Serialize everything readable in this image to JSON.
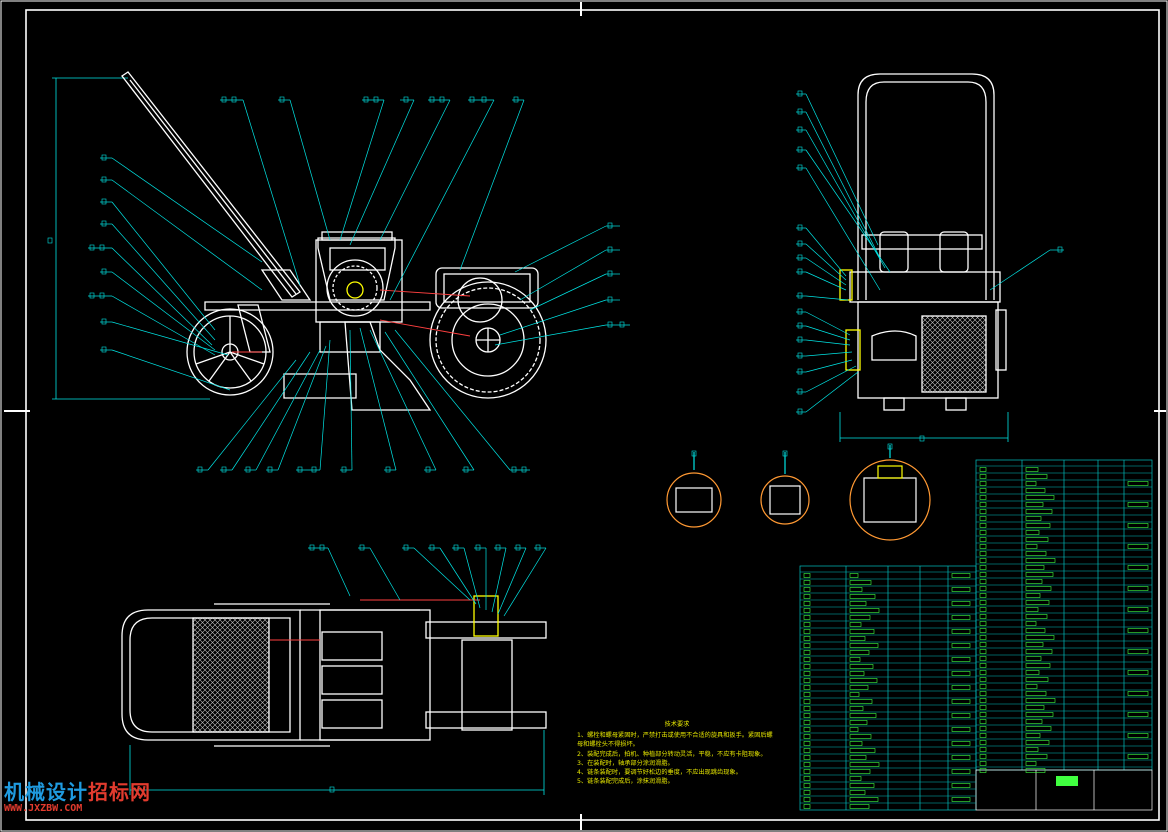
{
  "drawing": {
    "colors": {
      "background": "#000000",
      "frame": "#ffffff",
      "leader": "#00e5e5",
      "hidden_line": "#ff4040",
      "hatch": "#c0c0c0",
      "table_line": "#00c0c0",
      "table_text": "#40ff40",
      "notes": "#e6e600",
      "detail_circle": "#ff9933"
    },
    "technical_notes": {
      "title": "技术要求",
      "lines": [
        "1、螺栓和螺母紧固时，严禁打击或使用不合适的旋具和扳手。紧固后螺",
        "母和螺栓头不得损坏。",
        "2、装配完成后，拍机、种植部分转动灵活，平稳，不应有卡阻现象。",
        "3、在装配时，轴承部分涂润滑脂。",
        "4、链条装配时，要调节好松边的垂度，不应出现跳齿现象。",
        "5、链条装配完成后，涂抹润滑脂。"
      ]
    },
    "watermark": {
      "part1": "机械设计",
      "part2": "招标网",
      "url": "WWW.JXZBW.COM"
    }
  }
}
